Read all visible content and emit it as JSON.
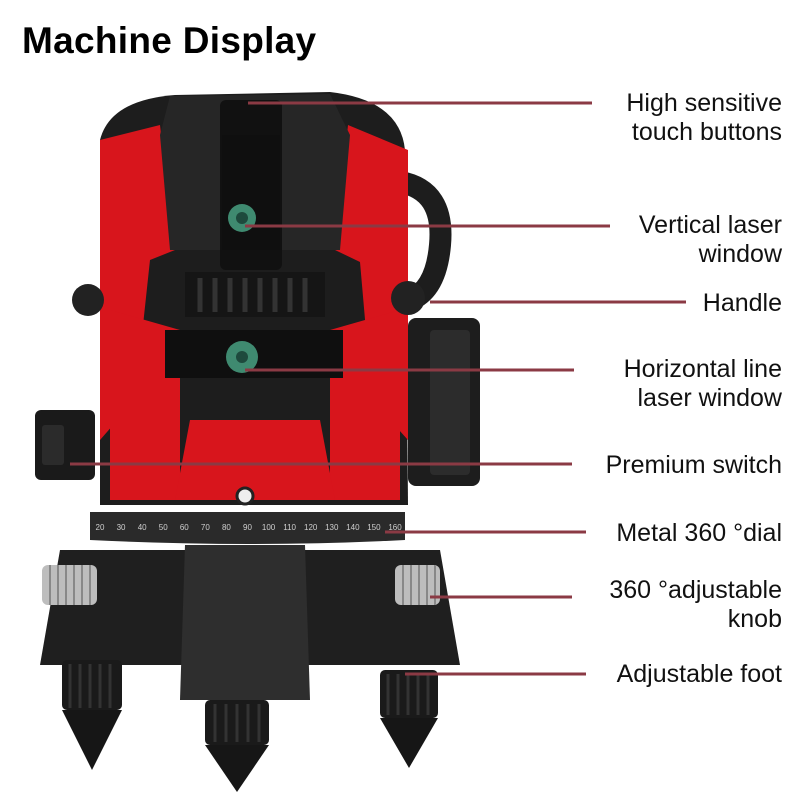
{
  "title": "Machine Display",
  "leader_color": "#8b3a44",
  "body_colors": {
    "red": "#d8151c",
    "black": "#1d1d1d",
    "grey": "#3a3a3a"
  },
  "callouts": [
    {
      "id": "touch-buttons",
      "lines": [
        "High sensitive",
        "touch buttons"
      ]
    },
    {
      "id": "vertical-window",
      "lines": [
        "Vertical laser",
        "window"
      ]
    },
    {
      "id": "handle",
      "lines": [
        "Handle"
      ]
    },
    {
      "id": "horizontal-window",
      "lines": [
        "Horizontal line",
        "laser window"
      ]
    },
    {
      "id": "premium-switch",
      "lines": [
        "Premium switch"
      ]
    },
    {
      "id": "metal-dial",
      "lines": [
        "Metal 360 °dial"
      ]
    },
    {
      "id": "adjustable-knob",
      "lines": [
        "360 °adjustable",
        "knob"
      ]
    },
    {
      "id": "adjustable-foot",
      "lines": [
        "Adjustable foot"
      ]
    }
  ],
  "dial_numbers": [
    "20",
    "30",
    "40",
    "50",
    "60",
    "70",
    "80",
    "90",
    "100",
    "110",
    "120",
    "130",
    "140",
    "150",
    "160"
  ]
}
